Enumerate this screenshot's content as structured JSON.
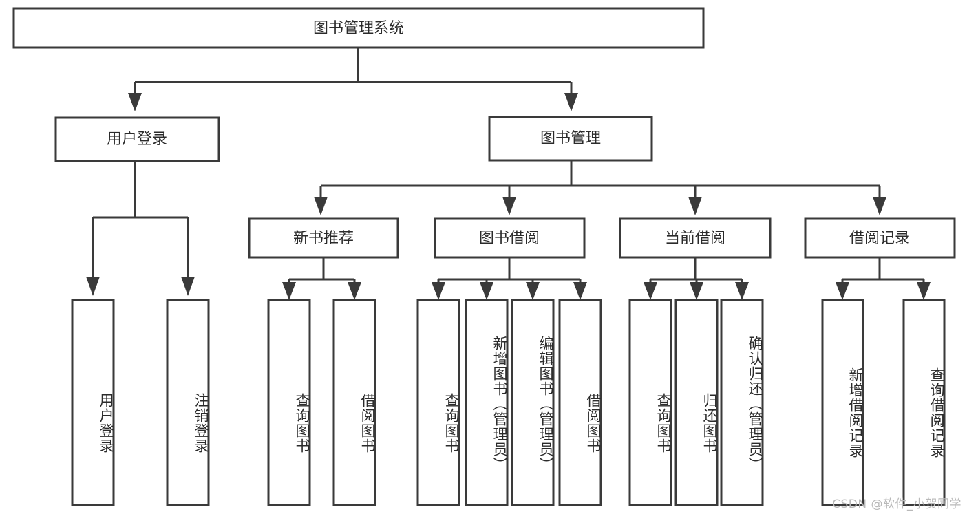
{
  "diagram": {
    "title": "图书管理系统",
    "watermark": "CSDN @软件_小贺同学",
    "stroke_color": "#3a3a3a",
    "text_color": "#2b2b2b",
    "background": "#ffffff",
    "levels": {
      "root": {
        "label": "图书管理系统"
      },
      "level2": [
        {
          "label": "用户登录"
        },
        {
          "label": "图书管理"
        }
      ],
      "level3": [
        {
          "label": "新书推荐"
        },
        {
          "label": "图书借阅"
        },
        {
          "label": "当前借阅"
        },
        {
          "label": "借阅记录"
        }
      ],
      "leaves": {
        "user_login": [
          {
            "label": "用户登录"
          },
          {
            "label": "注销登录"
          }
        ],
        "new_book_recommend": [
          {
            "label": "查询图书"
          },
          {
            "label": "借阅图书"
          }
        ],
        "book_borrow": [
          {
            "label": "查询图书"
          },
          {
            "label": "新增图书（管理员）"
          },
          {
            "label": "编辑图书（管理员）"
          },
          {
            "label": "借阅图书"
          }
        ],
        "current_borrow": [
          {
            "label": "查询图书"
          },
          {
            "label": "归还图书"
          },
          {
            "label": "确认归还（管理员）"
          }
        ],
        "borrow_record": [
          {
            "label": "新增借阅记录"
          },
          {
            "label": "查询借阅记录"
          }
        ]
      }
    }
  }
}
